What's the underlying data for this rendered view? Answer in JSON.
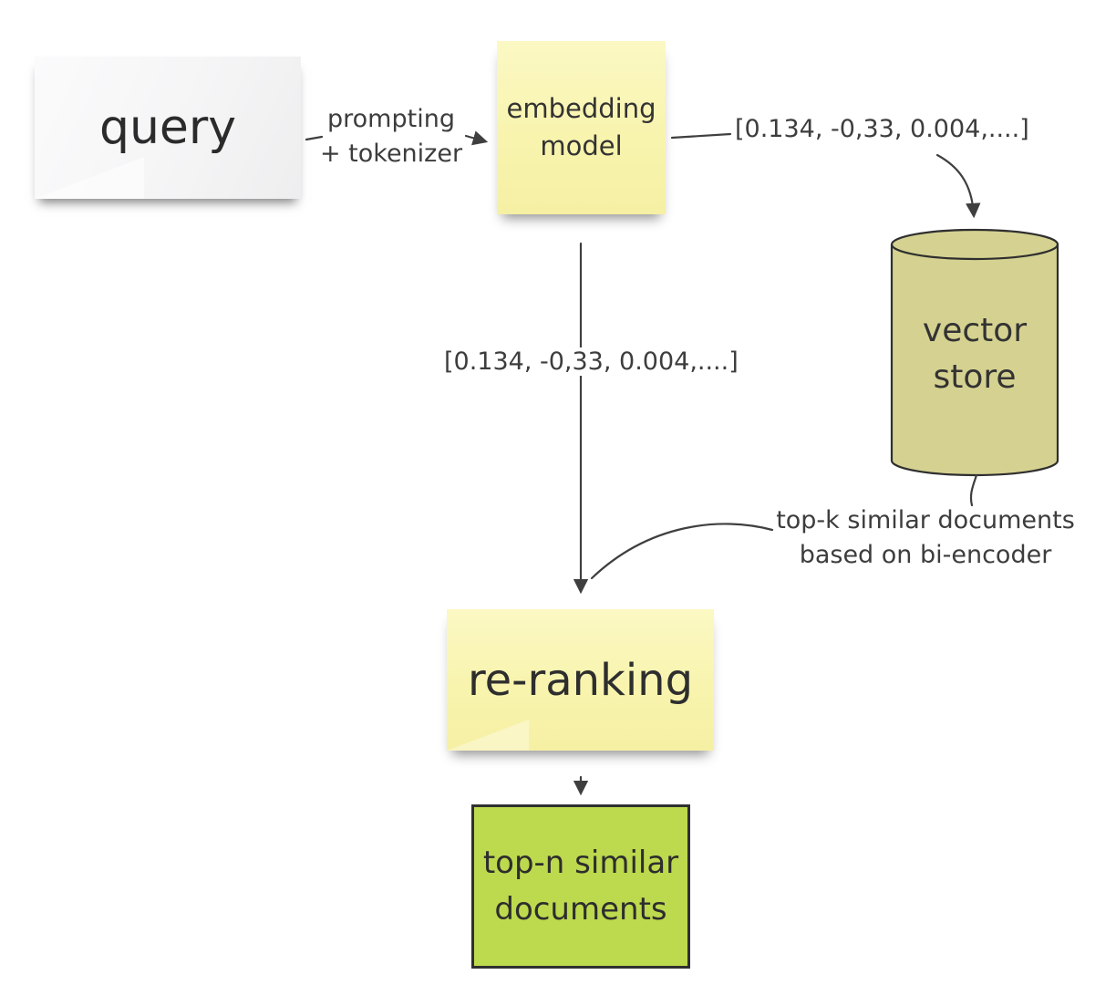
{
  "diagram": {
    "type": "flow-diagram",
    "background": "#ffffff",
    "nodes": {
      "query": {
        "label": "query",
        "shape": "white-note",
        "fill": "#f4f4f5"
      },
      "embedding_model": {
        "label": "embedding model",
        "lines": [
          "embedding",
          "model"
        ],
        "shape": "sticky-note",
        "fill": "#f8f4ae"
      },
      "vector_store": {
        "label": "vector store",
        "lines": [
          "vector",
          "store"
        ],
        "shape": "cylinder",
        "fill": "#d5d291"
      },
      "re_ranking": {
        "label": "re-ranking",
        "shape": "sticky-note",
        "fill": "#f8f4ae"
      },
      "top_n_documents": {
        "label": "top-n similar documents",
        "lines": [
          "top-n similar",
          "documents"
        ],
        "shape": "rect",
        "fill": "#bdd94e"
      }
    },
    "edge_labels": {
      "query_to_embedding": {
        "label": "prompting + tokenizer",
        "lines": [
          "prompting",
          "+ tokenizer"
        ]
      },
      "embedding_to_vector_store": {
        "label": "[0.134, -0,33, 0.004,....]"
      },
      "embedding_to_reranking": {
        "label": "[0.134, -0,33, 0.004,....]"
      },
      "vector_store_to_reranking": {
        "label": "top-k similar documents based on bi-encoder",
        "lines": [
          "top-k similar documents",
          "based on bi-encoder"
        ]
      }
    },
    "colors": {
      "sticky_yellow": "#f8f4ae",
      "note_white": "#f4f4f5",
      "cylinder_fill": "#d5d291",
      "result_green": "#bdd94e",
      "outline": "#2f2f2f",
      "text": "#3a3a3a",
      "arrow": "#3f3f3f"
    }
  }
}
